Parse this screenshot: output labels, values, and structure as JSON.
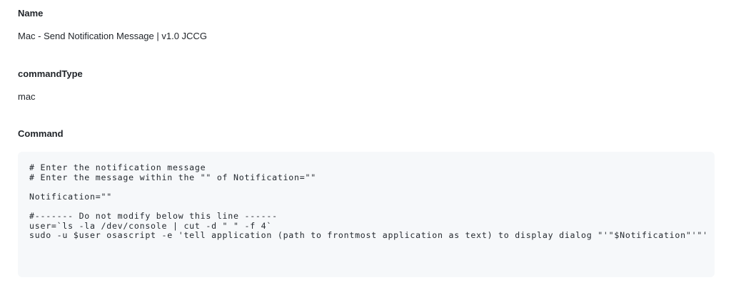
{
  "fields": {
    "name_label": "Name",
    "name_value": "Mac - Send Notification Message | v1.0 JCCG",
    "command_type_label": "commandType",
    "command_type_value": "mac",
    "command_label": "Command",
    "command_value": "# Enter the notification message\n# Enter the message within the \"\" of Notification=\"\"\n\nNotification=\"\"\n\n#------- Do not modify below this line ------\nuser=`ls -la /dev/console | cut -d \" \" -f 4`\nsudo -u $user osascript -e 'tell application (path to frontmost application as text) to display dialog \"'\"$Notification\"'\"'"
  }
}
